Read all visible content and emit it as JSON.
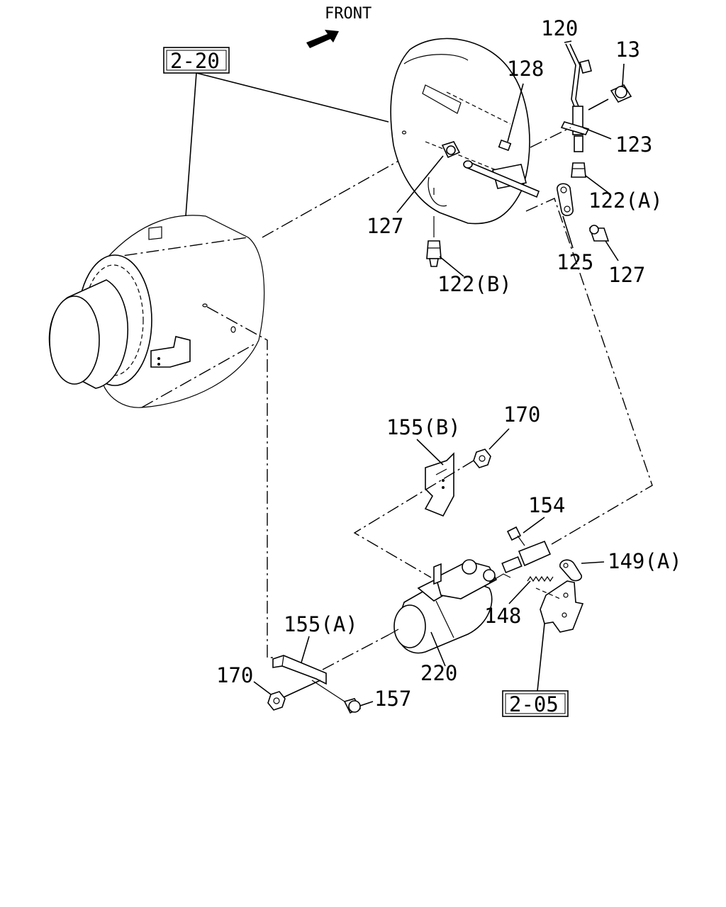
{
  "direction_label": "FRONT",
  "ref_boxes": [
    {
      "id": "ref-2-20",
      "text": "2-20"
    },
    {
      "id": "ref-2-05",
      "text": "2-05"
    }
  ],
  "callouts": [
    {
      "id": "c120",
      "text": "120"
    },
    {
      "id": "c13",
      "text": "13"
    },
    {
      "id": "c128",
      "text": "128"
    },
    {
      "id": "c123",
      "text": "123"
    },
    {
      "id": "c122a",
      "text": "122(A)"
    },
    {
      "id": "c127a",
      "text": "127"
    },
    {
      "id": "c125",
      "text": "125"
    },
    {
      "id": "c127b",
      "text": "127"
    },
    {
      "id": "c122b",
      "text": "122(B)"
    },
    {
      "id": "c155b",
      "text": "155(B)"
    },
    {
      "id": "c170a",
      "text": "170"
    },
    {
      "id": "c154",
      "text": "154"
    },
    {
      "id": "c149a",
      "text": "149(A)"
    },
    {
      "id": "c148",
      "text": "148"
    },
    {
      "id": "c155a",
      "text": "155(A)"
    },
    {
      "id": "c220",
      "text": "220"
    },
    {
      "id": "c170b",
      "text": "170"
    },
    {
      "id": "c157",
      "text": "157"
    }
  ]
}
